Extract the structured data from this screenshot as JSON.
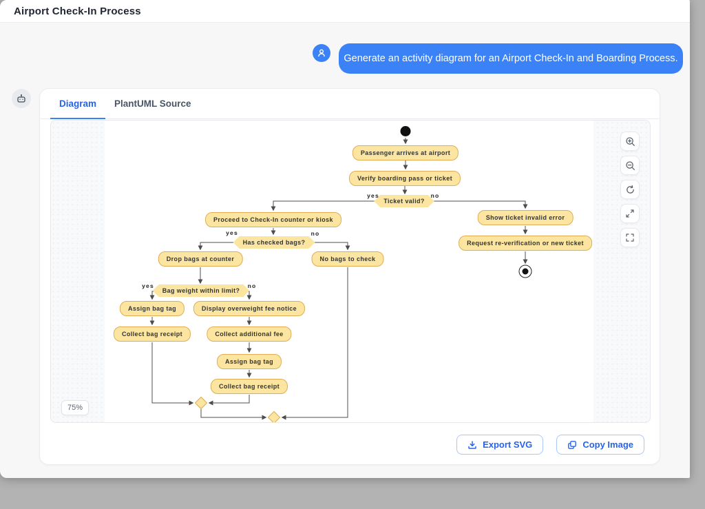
{
  "window": {
    "title": "Airport Check-In Process"
  },
  "chat": {
    "user_message": "Generate an activity diagram for an Airport Check-In and Boarding Process."
  },
  "tabs": {
    "diagram": "Diagram",
    "plantuml": "PlantUML Source"
  },
  "viewer": {
    "zoom_level": "75%",
    "controls": {
      "zoom_in": "zoom-in",
      "zoom_out": "zoom-out",
      "reset": "reset-view",
      "expand": "expand",
      "fullscreen": "fullscreen"
    }
  },
  "footer": {
    "export_label": "Export SVG",
    "copy_label": "Copy Image"
  },
  "colors": {
    "accent": "#3b82f6",
    "tab_active": "#2563eb",
    "node_fill": "#fbe5a0",
    "node_border": "#e2ac53",
    "edge": "#4d4d4d"
  },
  "diagram": {
    "type": "activity",
    "nodes": {
      "n1": "Passenger arrives at airport",
      "n2": "Verify boarding pass or ticket",
      "n3": "Proceed to Check-In counter or kiosk",
      "n4": "Drop bags at counter",
      "n5": "No bags to check",
      "n6": "Assign bag tag",
      "n7": "Display overweight fee notice",
      "n8": "Collect bag receipt",
      "n9": "Collect additional fee",
      "n10": "Assign bag tag",
      "n11": "Collect bag receipt",
      "n12": "Show ticket invalid error",
      "n13": "Request re-verification or new ticket"
    },
    "decisions": {
      "d1": "Ticket valid?",
      "d2": "Has checked bags?",
      "d3": "Bag weight within limit?"
    },
    "labels": {
      "yes": "yes",
      "no": "no"
    },
    "edges": [
      {
        "from": "start",
        "to": "n1"
      },
      {
        "from": "n1",
        "to": "n2"
      },
      {
        "from": "n2",
        "to": "d1"
      },
      {
        "from": "d1",
        "to": "n3",
        "label": "yes"
      },
      {
        "from": "d1",
        "to": "n12",
        "label": "no"
      },
      {
        "from": "n3",
        "to": "d2"
      },
      {
        "from": "d2",
        "to": "n4",
        "label": "yes"
      },
      {
        "from": "d2",
        "to": "n5",
        "label": "no"
      },
      {
        "from": "n4",
        "to": "d3"
      },
      {
        "from": "d3",
        "to": "n6",
        "label": "yes"
      },
      {
        "from": "d3",
        "to": "n7",
        "label": "no"
      },
      {
        "from": "n6",
        "to": "n8"
      },
      {
        "from": "n7",
        "to": "n9"
      },
      {
        "from": "n9",
        "to": "n10"
      },
      {
        "from": "n10",
        "to": "n11"
      },
      {
        "from": "n8",
        "to": "merge1"
      },
      {
        "from": "n11",
        "to": "merge1"
      },
      {
        "from": "merge1",
        "to": "merge2"
      },
      {
        "from": "n5",
        "to": "merge2"
      },
      {
        "from": "n12",
        "to": "n13"
      },
      {
        "from": "n13",
        "to": "end"
      }
    ]
  }
}
